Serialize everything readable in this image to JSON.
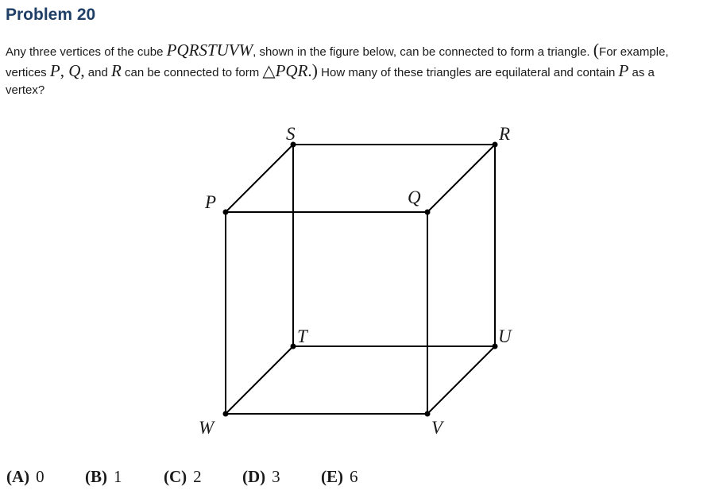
{
  "title": "Problem 20",
  "problem": {
    "t1": "Any three vertices of the cube ",
    "cube_name": "PQRSTUVW",
    "t2": ", shown in the figure below, can be connected to form a triangle. ",
    "open_paren": "(",
    "t3": "For example, vertices ",
    "v1": "P",
    "c1": ", ",
    "v2": "Q",
    "c2": ",",
    "t4": " and ",
    "v3": "R",
    "t5": " can be connected to form ",
    "triangle_symbol": "△",
    "triangle_name": "PQR",
    "period": ".",
    "close_paren": ")",
    "t6": " How many of these triangles are equilateral and contain ",
    "v4": "P",
    "t7": " as a vertex?"
  },
  "figure": {
    "vertices": {
      "P": "P",
      "Q": "Q",
      "R": "R",
      "S": "S",
      "T": "T",
      "U": "U",
      "V": "V",
      "W": "W"
    }
  },
  "choices": [
    {
      "letter": "(A)",
      "value": "0"
    },
    {
      "letter": "(B)",
      "value": "1"
    },
    {
      "letter": "(C)",
      "value": "2"
    },
    {
      "letter": "(D)",
      "value": "3"
    },
    {
      "letter": "(E)",
      "value": "6"
    }
  ]
}
